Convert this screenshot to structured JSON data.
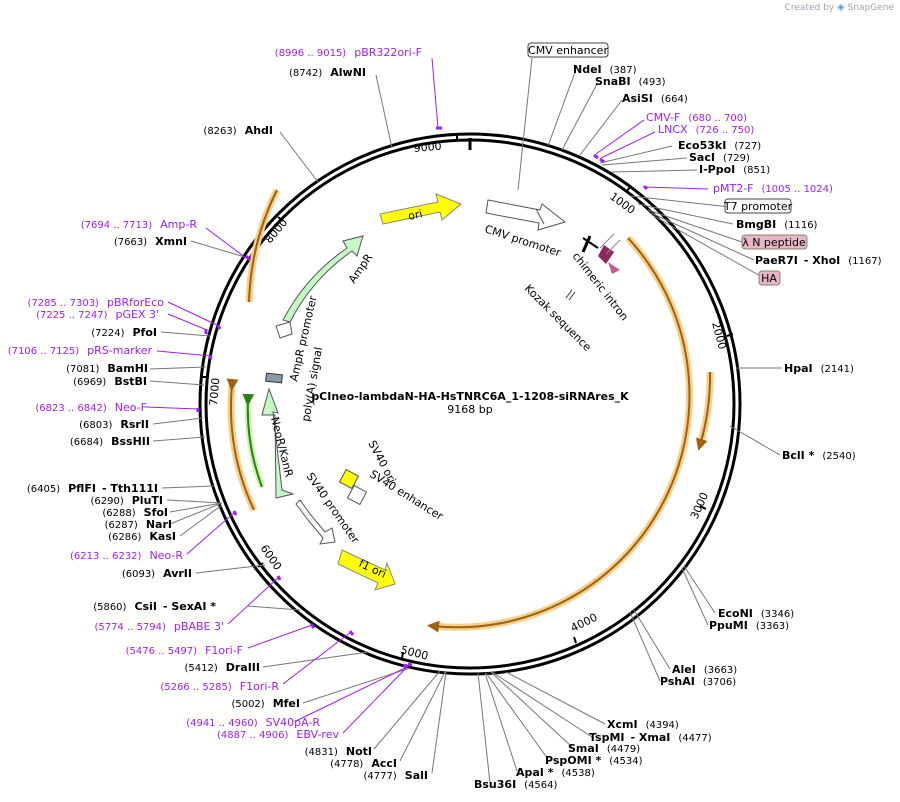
{
  "credit": {
    "created_by": "Created by",
    "brand": "SnapGene"
  },
  "plasmid": {
    "name": "pCIneo-lambdaN-HA-HsTNRC6A_1-1208-siRNAres_K",
    "length": "9168 bp"
  },
  "ticks": [
    "1000",
    "2000",
    "3000",
    "4000",
    "5000",
    "6000",
    "7000",
    "8000",
    "9000"
  ],
  "sites": [
    {
      "name": "NdeI",
      "pos": "(387)"
    },
    {
      "name": "SnaBI",
      "pos": "(493)"
    },
    {
      "name": "AsiSI",
      "pos": "(664)"
    },
    {
      "name": "Eco53kI",
      "pos": "(727)"
    },
    {
      "name": "SacI",
      "pos": "(729)"
    },
    {
      "name": "I-PpoI",
      "pos": "(851)"
    },
    {
      "name": "BmgBI",
      "pos": "(1116)"
    },
    {
      "name": "PaeR7I",
      "pos": "- XhoI",
      "pos2": "(1167)"
    },
    {
      "name": "HpaI",
      "pos": "(2141)"
    },
    {
      "name": "BclI *",
      "pos": "(2540)"
    },
    {
      "name": "EcoNI",
      "pos": "(3346)"
    },
    {
      "name": "PpuMI",
      "pos": "(3363)"
    },
    {
      "name": "AleI",
      "pos": "(3663)"
    },
    {
      "name": "PshAI",
      "pos": "(3706)"
    },
    {
      "name": "XcmI",
      "pos": "(4394)"
    },
    {
      "name": "TspMI",
      "pos": "- XmaI",
      "pos2": "(4477)"
    },
    {
      "name": "SmaI",
      "pos": "(4479)"
    },
    {
      "name": "PspOMI *",
      "pos": "(4534)"
    },
    {
      "name": "ApaI *",
      "pos": "(4538)"
    },
    {
      "name": "Bsu36I",
      "pos": "(4564)"
    },
    {
      "name": "SalI",
      "pos": "(4777)"
    },
    {
      "name": "AccI",
      "pos": "(4778)"
    },
    {
      "name": "NotI",
      "pos": "(4831)"
    },
    {
      "name": "MfeI",
      "pos": "(5002)"
    },
    {
      "name": "DraIII",
      "pos": "(5412)"
    },
    {
      "name": "CsiI",
      "pos": "- SexAI *",
      "pos2": "(5860)"
    },
    {
      "name": "AvrII",
      "pos": "(6093)"
    },
    {
      "name": "KasI",
      "pos": "(6286)"
    },
    {
      "name": "NarI",
      "pos": "(6287)"
    },
    {
      "name": "SfoI",
      "pos": "(6288)"
    },
    {
      "name": "PluTI",
      "pos": "(6290)"
    },
    {
      "name": "PflFI",
      "pos": "- Tth111I",
      "pos2": "(6405)"
    },
    {
      "name": "BssHII",
      "pos": "(6684)"
    },
    {
      "name": "RsrII",
      "pos": "(6803)"
    },
    {
      "name": "BstBI",
      "pos": "(6969)"
    },
    {
      "name": "BamHI",
      "pos": "(7081)"
    },
    {
      "name": "PfoI",
      "pos": "(7224)"
    },
    {
      "name": "XmnI",
      "pos": "(7663)"
    },
    {
      "name": "AhdI",
      "pos": "(8263)"
    },
    {
      "name": "AlwNI",
      "pos": "(8742)"
    }
  ],
  "primers": [
    {
      "name": "pBR322ori-F",
      "pos": "(8996 .. 9015)"
    },
    {
      "name": "CMV-F",
      "pos": "(680 .. 700)"
    },
    {
      "name": "LNCX",
      "pos": "(726 .. 750)"
    },
    {
      "name": "pMT2-F",
      "pos": "(1005 .. 1024)"
    },
    {
      "name": "Amp-R",
      "pos": "(7694 .. 7713)"
    },
    {
      "name": "pBRforEco",
      "pos": "(7285 .. 7303)"
    },
    {
      "name": "pGEX 3'",
      "pos": "(7225 .. 7247)"
    },
    {
      "name": "pRS-marker",
      "pos": "(7106 .. 7125)"
    },
    {
      "name": "Neo-F",
      "pos": "(6823 .. 6842)"
    },
    {
      "name": "Neo-R",
      "pos": "(6213 .. 6232)"
    },
    {
      "name": "pBABE 3'",
      "pos": "(5774 .. 5794)"
    },
    {
      "name": "F1ori-F",
      "pos": "(5476 .. 5497)"
    },
    {
      "name": "F1ori-R",
      "pos": "(5266 .. 5285)"
    },
    {
      "name": "SV40pA-R",
      "pos": "(4941 .. 4960)"
    },
    {
      "name": "EBV-rev",
      "pos": "(4887 .. 4906)"
    }
  ],
  "boxed": [
    "CMV enhancer",
    "T7 promoter",
    "λ N peptide",
    "HA"
  ],
  "features": [
    "ori",
    "CMV promoter",
    "chimeric intron",
    "Kozak sequence",
    "AmpR",
    "AmpR promoter",
    "poly(A) signal",
    "NeoR/KanR",
    "SV40 ori",
    "SV40 enhancer",
    "SV40 promoter",
    "f1 ori"
  ],
  "colors": {
    "primer": "#a020f0",
    "ori": "#ffff00",
    "marker": "#c6f7c6",
    "orf": "#f0a030",
    "tag": "#e8b4c8"
  }
}
